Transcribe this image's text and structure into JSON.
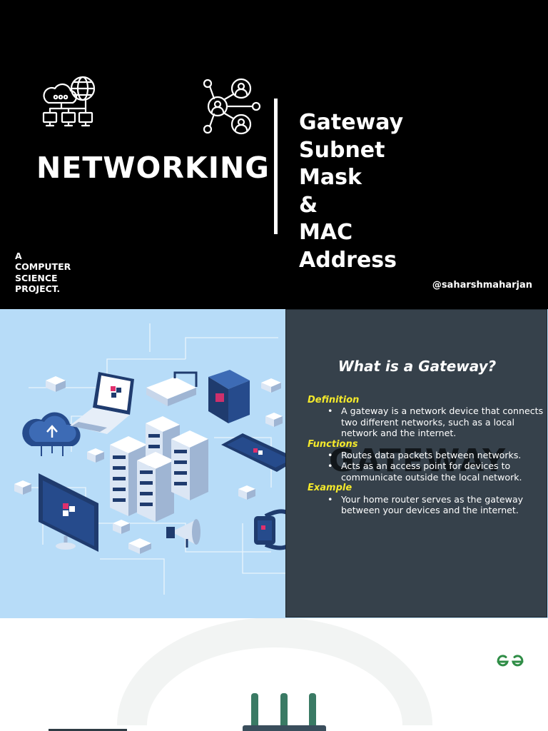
{
  "slide1": {
    "title": "NETWORKING",
    "topics": [
      "Gateway",
      "Subnet",
      "Mask",
      "&",
      "MAC",
      "Address"
    ],
    "project_label": [
      "A",
      "COMPUTER",
      "SCIENCE",
      "PROJECT."
    ],
    "author_handle": "@saharshmaharjan",
    "icons": [
      "cloud-network-icon",
      "people-network-icon"
    ]
  },
  "slide2": {
    "heading": "What is a Gateway?",
    "background_word": "GATEWAY",
    "sections": [
      {
        "label": "Definition",
        "bullets": [
          "A gateway is a network device that connects two different networks, such as a local network and the internet."
        ]
      },
      {
        "label": "Functions",
        "bullets": [
          "Routes data packets between networks.",
          "Acts as an access point for devices to communicate outside the local network."
        ]
      },
      {
        "label": "Example",
        "bullets": [
          "Your home router serves as the gateway between your devices and the internet."
        ]
      }
    ],
    "colors": {
      "panel": "#36414b",
      "label": "#f4e92b",
      "illustration_bg": "#b7dcf8"
    }
  },
  "slide3": {
    "icons": [
      "gfg-logo-icon",
      "router-icon"
    ],
    "colors": {
      "brand": "#2f8d46"
    }
  }
}
